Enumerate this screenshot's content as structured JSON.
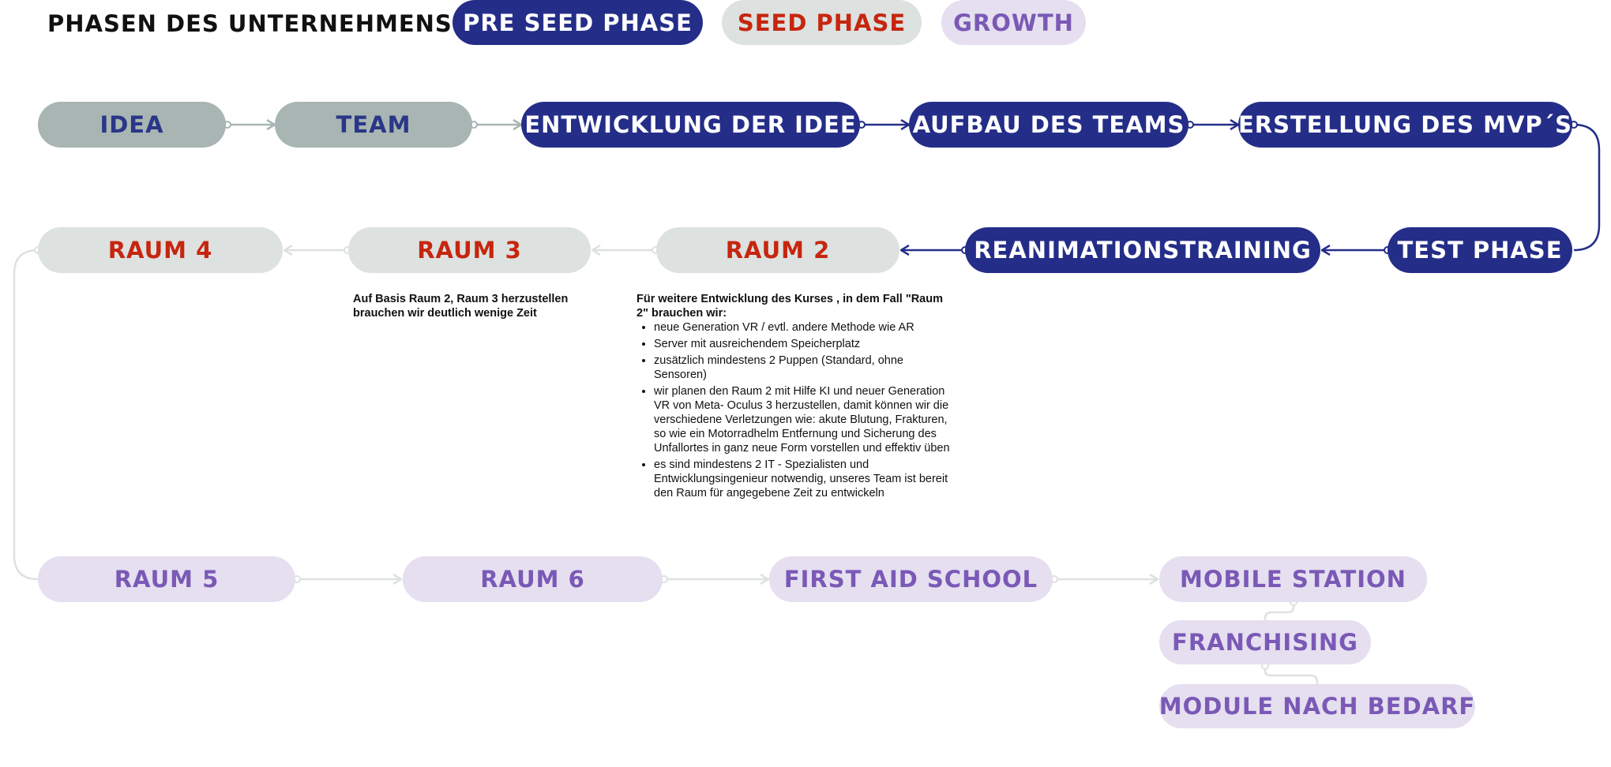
{
  "header": {
    "title": "PHASEN DES UNTERNEHMENS:",
    "legend": {
      "pre_seed": "PRE SEED  PHASE",
      "seed": "SEED  PHASE",
      "growth": "GROWTH"
    }
  },
  "row1": [
    "IDEA",
    "TEAM",
    "ENTWICKLUNG DER IDEE",
    "AUFBAU DES TEAMS",
    "ERSTELLUNG DES MVP´S"
  ],
  "row2": [
    "RAUM 4",
    "RAUM 3",
    "RAUM 2",
    "REANIMATIONSTRAINING",
    "TEST PHASE"
  ],
  "row3": [
    "RAUM 5",
    "RAUM 6",
    "FIRST AID SCHOOL",
    "MOBILE STATION"
  ],
  "branches": [
    "FRANCHISING",
    "MODULE NACH BEDARF"
  ],
  "notes": {
    "raum3": {
      "text": "Auf Basis Raum 2, Raum 3 herzustellen brauchen wir deutlich wenige Zeit"
    },
    "raum2": {
      "heading": "Für weitere Entwicklung des Kurses , in dem Fall \"Raum 2\" brauchen wir:",
      "items": [
        "neue Generation VR / evtl. andere Methode wie AR",
        "Server mit ausreichendem Speicherplatz",
        "zusätzlich mindestens 2 Puppen (Standard, ohne Sensoren)",
        "wir planen den Raum 2 mit Hilfe KI und neuer Generation VR von Meta- Oculus 3 herzustellen, damit können wir die verschiedene Verletzungen wie: akute Blutung, Frakturen, so wie ein Motorradhelm Entfernung und Sicherung des Unfallortes in ganz neue Form  vorstellen und effektiv üben",
        "es sind mindestens 2 IT - Spezialisten und Entwicklungsingenieur notwendig, unseres Team ist bereit den Raum für angegebene Zeit zu entwickeln"
      ]
    }
  },
  "colors": {
    "pre_seed": "#242e88",
    "seed": "#dde1e0",
    "seed_text": "#c6260e",
    "growth": "#e5dff0",
    "growth_text": "#7a59b6",
    "idea_stage": "#a8b5b3"
  }
}
